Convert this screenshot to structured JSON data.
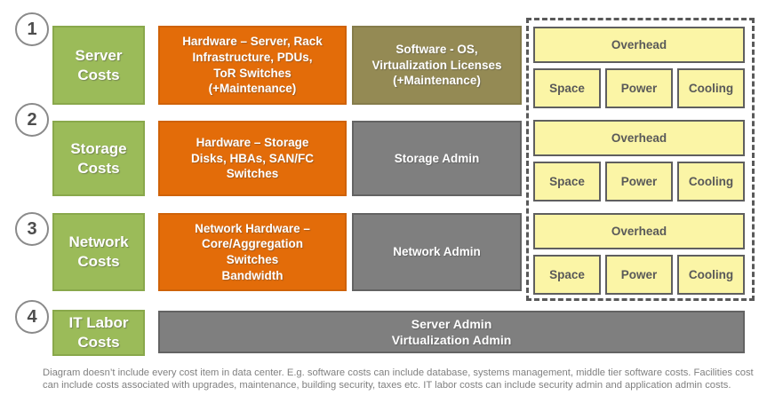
{
  "palette": {
    "category_green": "#9BBB59",
    "hardware_orange": "#E36C09",
    "software_olive": "#948A54",
    "admin_gray": "#7F7F7F",
    "overhead_yellow": "#FBF5A6",
    "dark_gray_text": "#595959",
    "dashed_border": "#595959",
    "footnote_gray": "#808080"
  },
  "rows": [
    {
      "number": "1",
      "category": "Server\nCosts",
      "middle": "Hardware – Server, Rack\nInfrastructure, PDUs,\nToR Switches\n(+Maintenance)",
      "right": "Software - OS,\nVirtualization Licenses\n(+Maintenance)",
      "overhead": {
        "title": "Overhead",
        "items": [
          "Space",
          "Power",
          "Cooling"
        ]
      }
    },
    {
      "number": "2",
      "category": "Storage\nCosts",
      "middle": "Hardware – Storage\nDisks, HBAs, SAN/FC\nSwitches",
      "right": "Storage Admin",
      "overhead": {
        "title": "Overhead",
        "items": [
          "Space",
          "Power",
          "Cooling"
        ]
      }
    },
    {
      "number": "3",
      "category": "Network\nCosts",
      "middle": "Network Hardware –\nCore/Aggregation\nSwitches\nBandwidth",
      "right": "Network Admin",
      "overhead": {
        "title": "Overhead",
        "items": [
          "Space",
          "Power",
          "Cooling"
        ]
      }
    },
    {
      "number": "4",
      "category": "IT Labor\nCosts",
      "middle": "Server Admin\nVirtualization Admin"
    }
  ],
  "footnote": "Diagram doesn’t include every cost item in data center. E.g.  software costs can include database, systems management, middle  tier software costs. Facilities cost\ncan include costs associated with upgrades, maintenance, building security, taxes etc. IT labor costs can include security admin and application admin costs."
}
